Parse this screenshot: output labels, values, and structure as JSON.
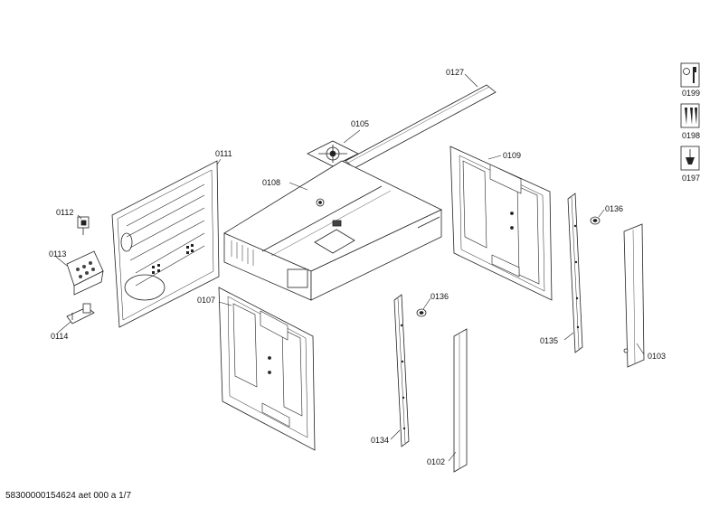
{
  "parts": {
    "p0127": "0127",
    "p0105": "0105",
    "p0111": "0111",
    "p0108": "0108",
    "p0109": "0109",
    "p0112": "0112",
    "p0113": "0113",
    "p0114": "0114",
    "p0107": "0107",
    "p0136a": "0136",
    "p0136b": "0136",
    "p0135": "0135",
    "p0103": "0103",
    "p0134": "0134",
    "p0102": "0102"
  },
  "icons": [
    {
      "label": "0199",
      "icon": "wrench-icon"
    },
    {
      "label": "0198",
      "icon": "screws-icon"
    },
    {
      "label": "0197",
      "icon": "lubricant-icon"
    }
  ],
  "footer": "58300000154624 aet 000 a 1/7"
}
